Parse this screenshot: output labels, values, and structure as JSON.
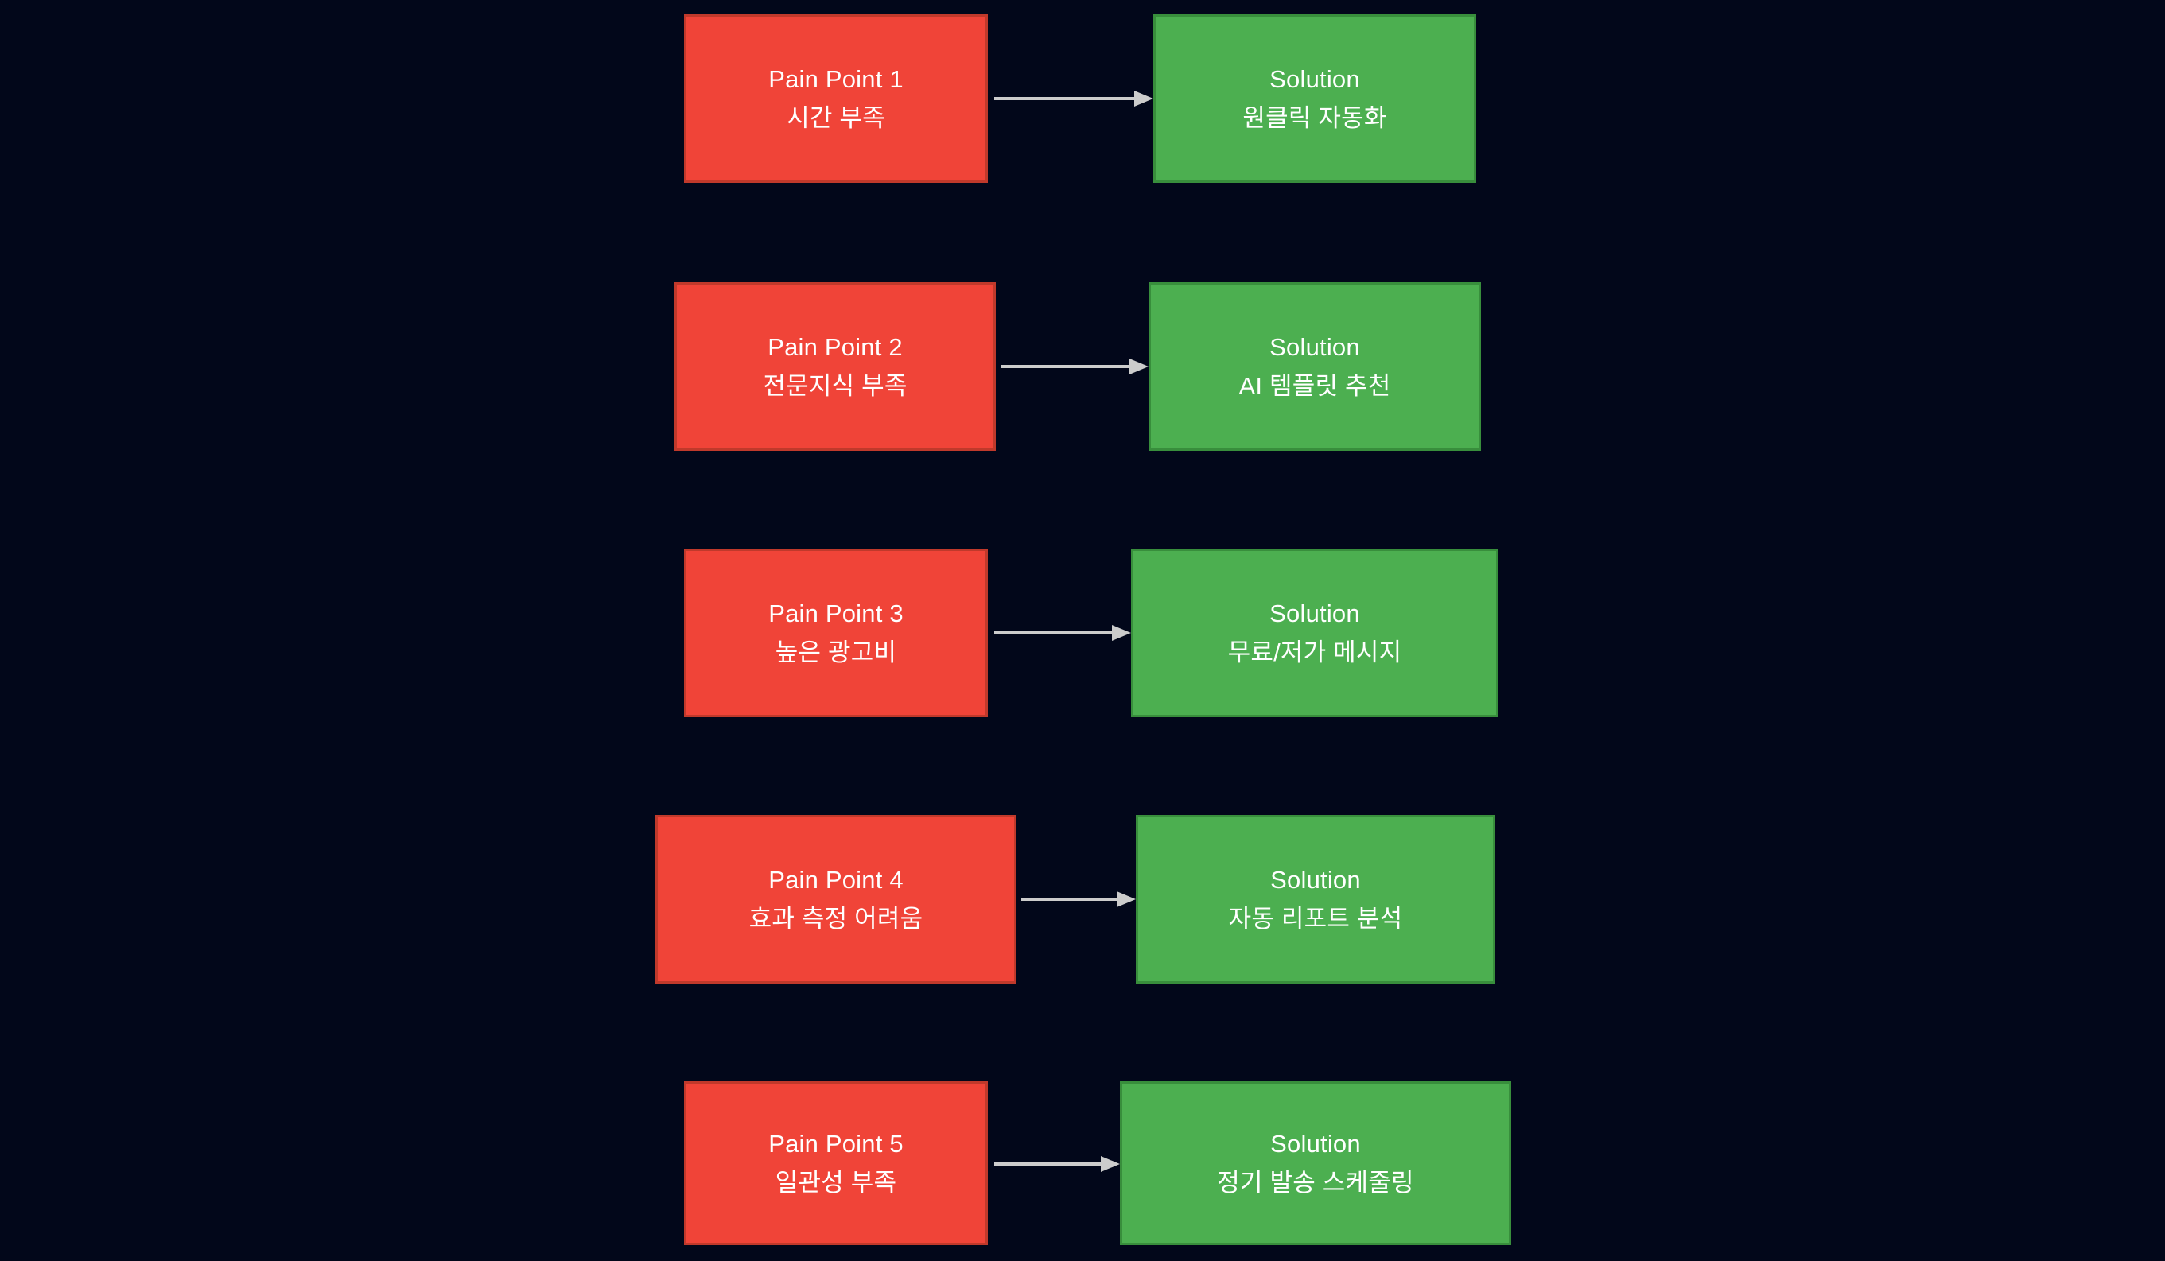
{
  "diagram": {
    "type": "flowchart",
    "title": "",
    "background_color": "#02071a",
    "pain_color": "#f04438",
    "pain_border_color": "#c0392b",
    "solution_color": "#4caf50",
    "solution_border_color": "#388e3c",
    "arrow_color": "#cccccc",
    "text_color": "#ffffff",
    "rows": [
      {
        "pain": {
          "line1": "Pain Point 1",
          "line2": "시간 부족"
        },
        "solution": {
          "line1": "Solution",
          "line2": "원클릭 자동화"
        },
        "connector": "arrow-right"
      },
      {
        "pain": {
          "line1": "Pain Point 2",
          "line2": "전문지식 부족"
        },
        "solution": {
          "line1": "Solution",
          "line2": "AI 템플릿 추천"
        },
        "connector": "arrow-right"
      },
      {
        "pain": {
          "line1": "Pain Point 3",
          "line2": "높은 광고비"
        },
        "solution": {
          "line1": "Solution",
          "line2": "무료/저가 메시지"
        },
        "connector": "arrow-right"
      },
      {
        "pain": {
          "line1": "Pain Point 4",
          "line2": "효과 측정 어려움"
        },
        "solution": {
          "line1": "Solution",
          "line2": "자동 리포트 분석"
        },
        "connector": "arrow-right"
      },
      {
        "pain": {
          "line1": "Pain Point 5",
          "line2": "일관성 부족"
        },
        "solution": {
          "line1": "Solution",
          "line2": "정기 발송 스케줄링"
        },
        "connector": "arrow-right"
      }
    ]
  }
}
